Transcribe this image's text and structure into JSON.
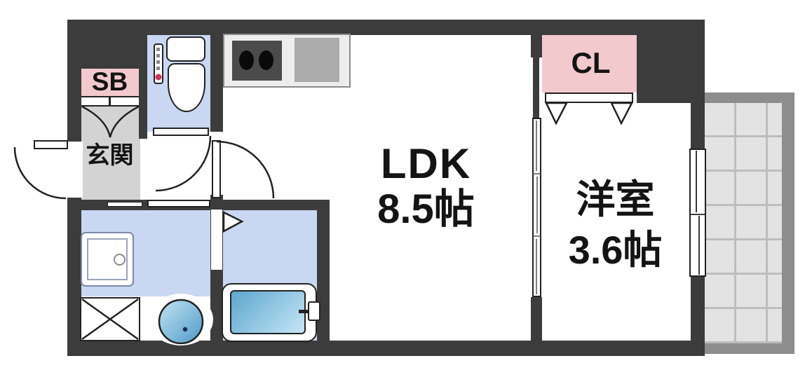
{
  "floorplan": {
    "labels": {
      "shoe_box": "SB",
      "entrance": "玄関",
      "ldk_name": "LDK",
      "ldk_size": "8.5帖",
      "western_room_name": "洋室",
      "western_room_size": "3.6帖",
      "closet": "CL"
    },
    "rooms": [
      {
        "name": "LDK",
        "size": "8.5帖",
        "floor": "white"
      },
      {
        "name": "洋室",
        "size": "3.6帖",
        "floor": "white"
      },
      {
        "name": "玄関",
        "floor": "gray"
      },
      {
        "name": "SB",
        "floor": "pink"
      },
      {
        "name": "CL",
        "floor": "pink"
      },
      {
        "name": "toilet-room",
        "floor": "light-blue"
      },
      {
        "name": "washroom",
        "floor": "light-blue"
      },
      {
        "name": "bathroom",
        "floor": "light-blue"
      },
      {
        "name": "balcony",
        "floor": "gray-tile"
      }
    ],
    "fixtures": [
      "toilet",
      "washlet-control-panel",
      "kitchen-stove",
      "kitchen-sink",
      "bathtub",
      "bathtub-faucet",
      "round-wash-basin",
      "washing-machine-pan",
      "pipe-space-x-box",
      "sliding-window",
      "sliding-door",
      "hinged-door",
      "folding-closet-door",
      "shoe-box-doors"
    ],
    "colors": {
      "wall": "#3c3c3c",
      "wet_room_floor": "#c9d7f2",
      "entrance_floor": "#d3d3d3",
      "closet_pink": "#f2c9cd",
      "balcony_frame": "#8d8d8d",
      "balcony_tile": "#e3e3e3",
      "water_blue": "#4f9cc7",
      "text": "#141414"
    }
  }
}
